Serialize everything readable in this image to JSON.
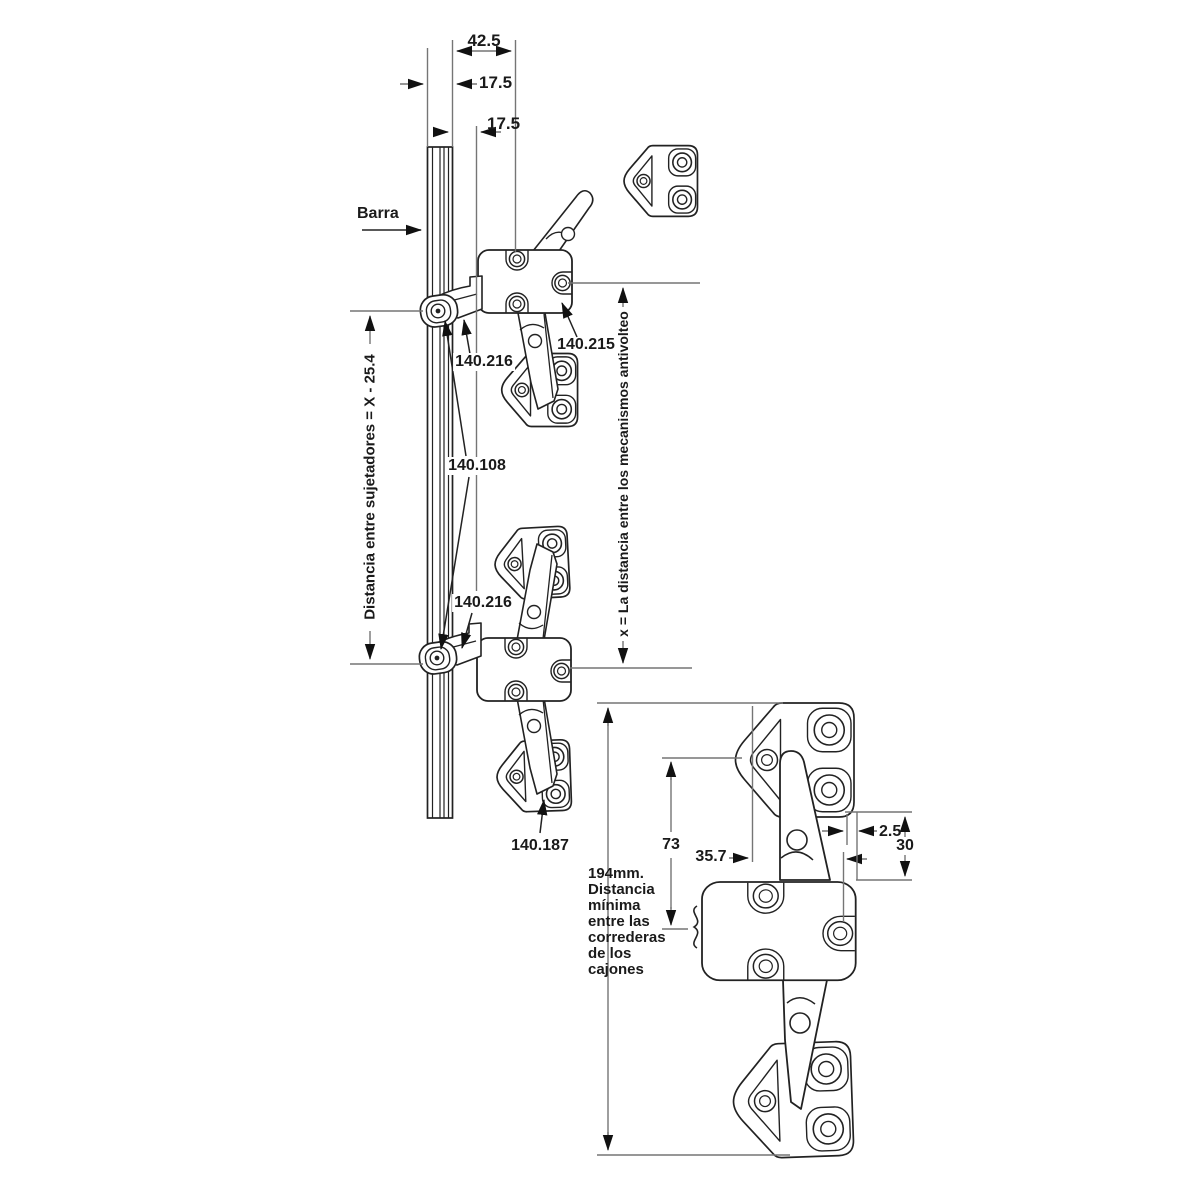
{
  "colors": {
    "background": "#ffffff",
    "part_line": "#222222",
    "dim_line": "#757575",
    "text": "#1a1a1a"
  },
  "top_dimensions": {
    "overall": "42.5",
    "bar_width": "17.5",
    "bar_offset": "17.5"
  },
  "bar": {
    "label": "Barra"
  },
  "part_labels": {
    "upper_link": "140.216",
    "switch_unit": "140.215",
    "bar_cam": "140.108",
    "lower_link": "140.216",
    "bottom_bracket": "140.187"
  },
  "vertical_dimensions": {
    "left": "Distancia entre sujetadores = X - 25.4",
    "right": "x = La distancia entre los mecanismos antivolteo"
  },
  "detail_dimensions": {
    "bracket_to_slide": "73",
    "hole_offset": "35.7",
    "edge_offset": "2.5",
    "vertical_gap": "30"
  },
  "bottom_note": {
    "full": "194mm. Distancia mínima entre las correderas de los cajones",
    "lines": [
      "194mm.",
      "Distancia",
      "mínima",
      "entre las",
      "correderas",
      "de los",
      "cajones"
    ]
  }
}
